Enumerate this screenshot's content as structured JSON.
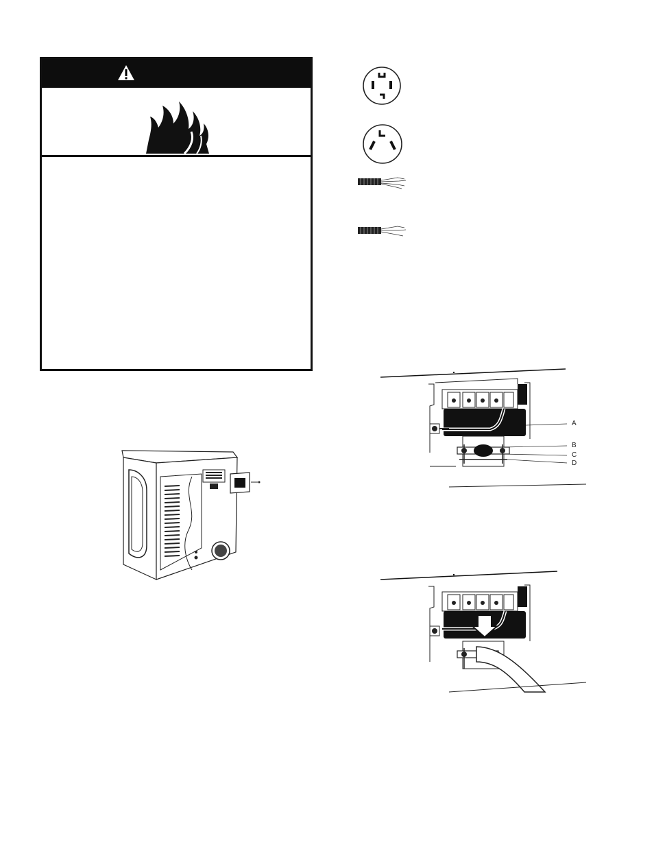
{
  "warning": {
    "header_text": "",
    "icon": "warning-triangle-icon",
    "fire_icon": "fire-hazard-icon"
  },
  "icons": {
    "receptacle_4_wire": "receptacle-4-wire-icon",
    "receptacle_3_wire": "receptacle-3-wire-icon",
    "cord_4_wire": "cord-4-wire-icon",
    "cord_3_wire": "cord-3-wire-icon"
  },
  "terminal_figure": {
    "callouts": [
      "A",
      "B",
      "C",
      "D"
    ]
  }
}
